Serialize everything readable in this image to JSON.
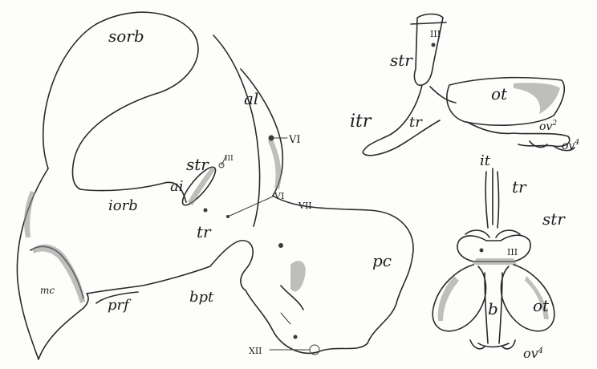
{
  "figure": {
    "main_figure": {
      "labels": {
        "sorb": "sorb",
        "al": "al",
        "VI_upper": "VI",
        "str": "str",
        "III": "III",
        "ai": "ai",
        "iorb": "iorb",
        "VI_lower": "VI",
        "VII": "VII",
        "tr": "tr",
        "pc": "pc",
        "mc": "mc",
        "prf": "prf",
        "bpt": "bpt",
        "XII": "XII"
      }
    },
    "top_right_figure": {
      "labels": {
        "III": "III",
        "str": "str",
        "ot": "ot",
        "itr": "itr",
        "tr": "tr",
        "ov2": "ov",
        "ov2_sup": "2",
        "ov4": "ov",
        "ov4_sup": "4"
      }
    },
    "bottom_right_figure": {
      "labels": {
        "it": "it",
        "tr": "tr",
        "str": "str",
        "III": "III",
        "b": "b",
        "ot": "ot",
        "ov4": "ov",
        "ov4_sup": "4"
      }
    }
  }
}
